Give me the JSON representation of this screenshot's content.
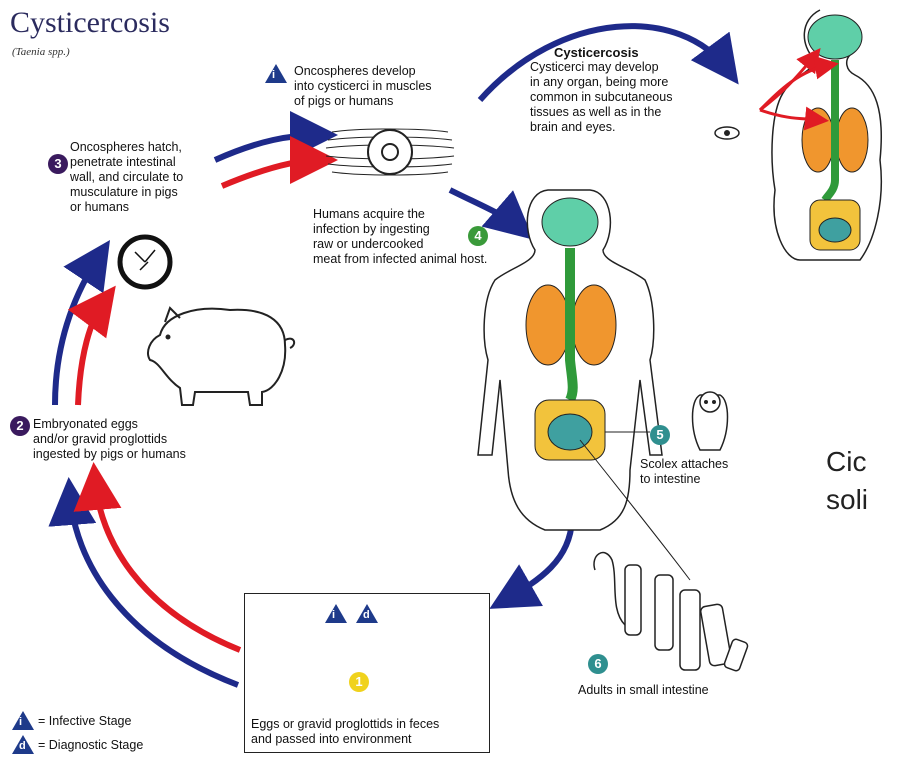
{
  "title": "Cysticercosis",
  "subtitle": "(Taenia spp.)",
  "stages": {
    "s1": {
      "badge": "1",
      "text1": "Eggs or gravid proglottids in feces",
      "text2": "and passed into environment"
    },
    "s2": {
      "badge": "2",
      "lines": [
        "Embryonated eggs",
        "and/or gravid proglottids",
        "ingested by pigs or humans"
      ]
    },
    "s3": {
      "badge": "3",
      "lines": [
        "Oncospheres hatch,",
        "penetrate intestinal",
        "wall, and circulate to",
        "musculature in pigs",
        "or humans"
      ]
    },
    "s4": {
      "badge": "4",
      "lines": [
        "Humans acquire the",
        "infection by ingesting",
        "raw or undercooked",
        "meat from infected animal host."
      ]
    },
    "s5": {
      "badge": "5",
      "lines": [
        "Scolex attaches",
        "to intestine"
      ]
    },
    "s6": {
      "badge": "6",
      "lines": [
        "Adults in small intestine"
      ]
    },
    "si": {
      "badge": "i",
      "lines": [
        "Oncospheres develop",
        "into cysticerci in muscles",
        "of pigs or humans"
      ]
    }
  },
  "cysticercosis_box": {
    "heading": "Cysticercosis",
    "lines": [
      "Cysticerci may develop",
      "in any organ, being more",
      "common in subcutaneous",
      "tissues as well as in the",
      "brain and eyes."
    ]
  },
  "legend": {
    "i_letter": "i",
    "i_label": "= Infective Stage",
    "d_letter": "d",
    "d_label": "= Diagnostic Stage"
  },
  "side_text": {
    "line1": "Cic",
    "line2": "soli"
  },
  "colors": {
    "blue_arrow": "#1e2a8a",
    "red_arrow": "#e01b24",
    "brain": "#5fcfa8",
    "lung": "#f0962e",
    "gut": "#2f9a3a",
    "intestine": "#f2c33c"
  }
}
